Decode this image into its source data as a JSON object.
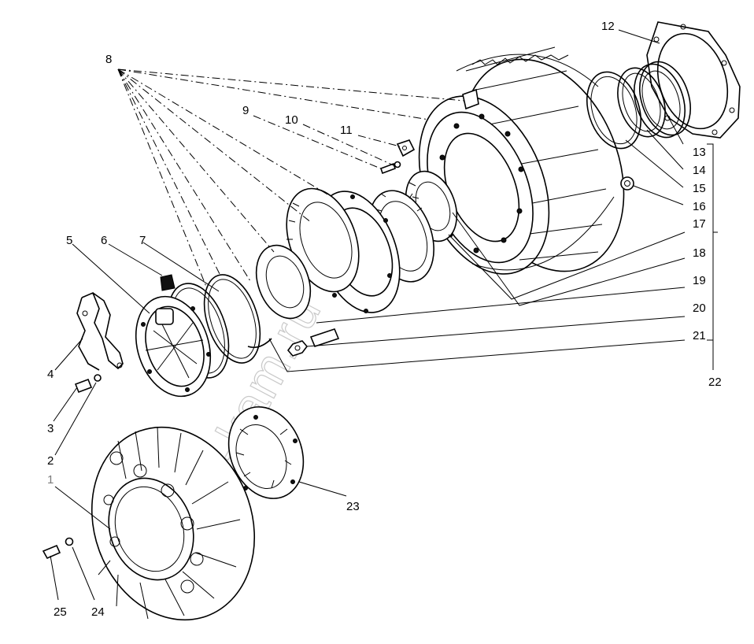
{
  "labels": {
    "l1": "1",
    "l2": "2",
    "l3": "3",
    "l4": "4",
    "l5": "5",
    "l6": "6",
    "l7": "7",
    "l8": "8",
    "l9": "9",
    "l10": "10",
    "l11": "11",
    "l12": "12",
    "l13": "13",
    "l14": "14",
    "l15": "15",
    "l16": "16",
    "l17": "17",
    "l18": "18",
    "l19": "19",
    "l20": "20",
    "l21": "21",
    "l22": "22",
    "l23": "23",
    "l24": "24",
    "l25": "25"
  },
  "watermark": "zap-kam.ru"
}
